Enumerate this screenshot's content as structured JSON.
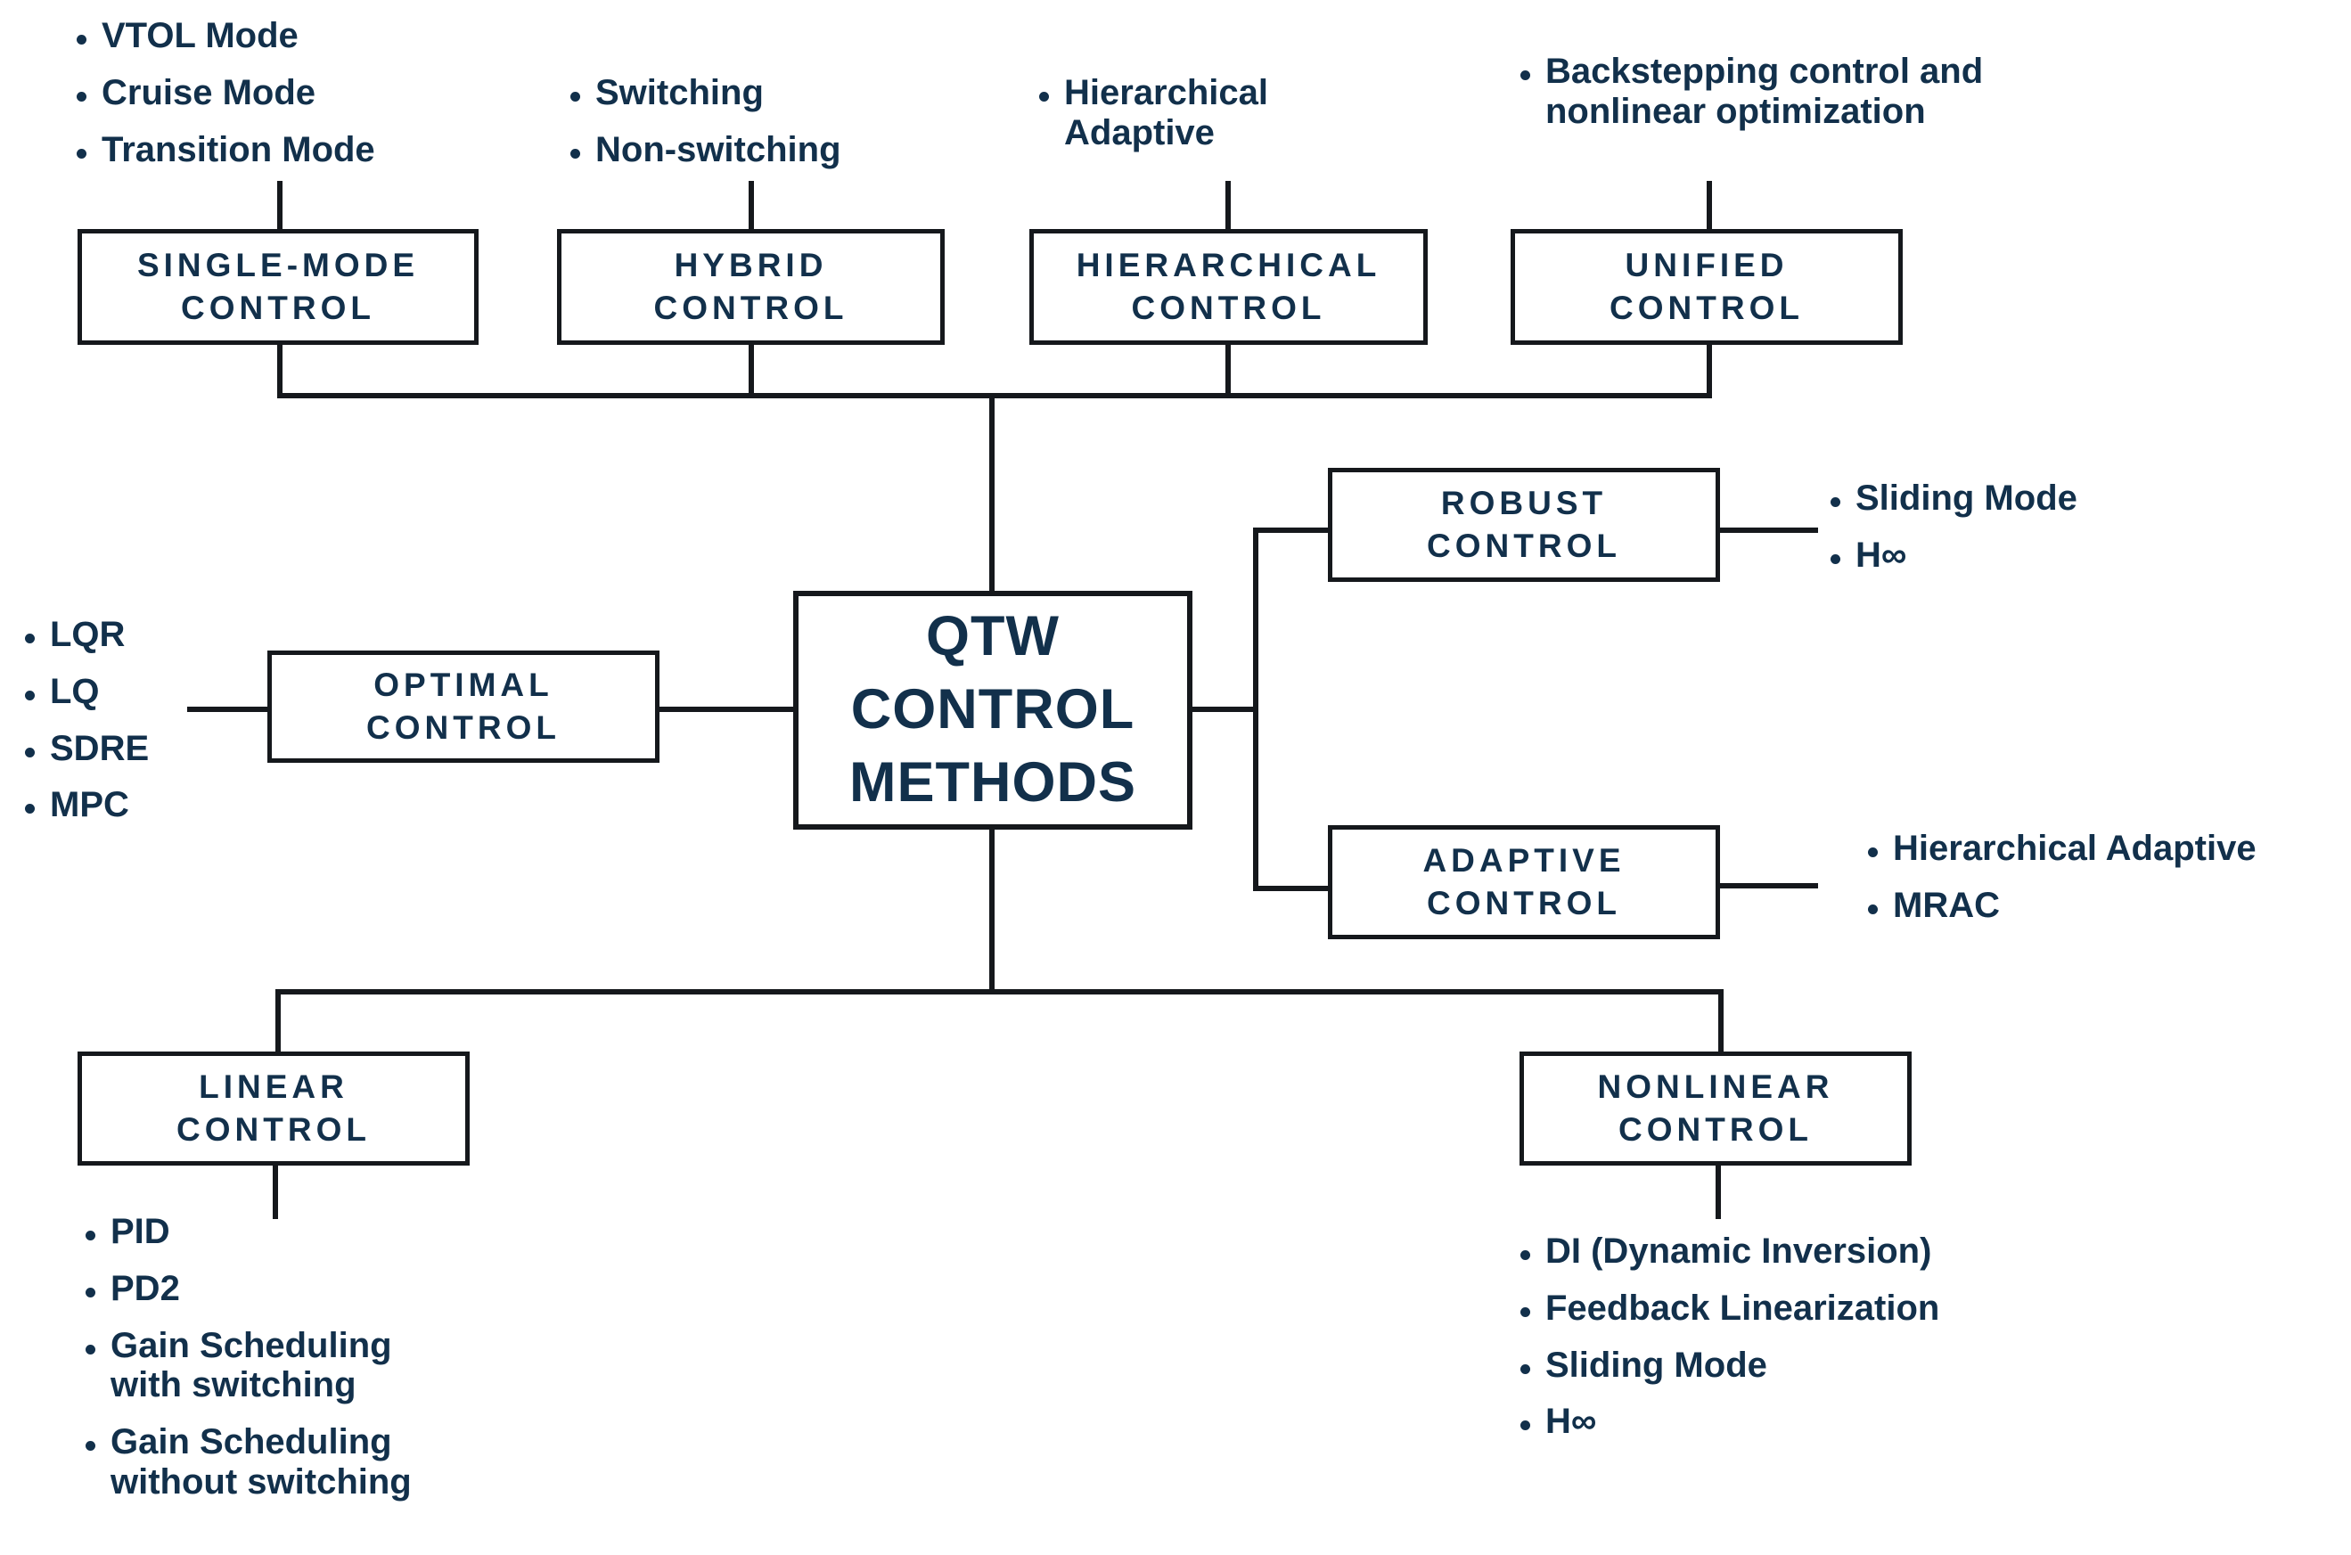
{
  "diagram": {
    "title": "QTW CONTROL METHODS",
    "colors": {
      "text": "#12304b",
      "line": "#15181c",
      "background": "#ffffff"
    },
    "center_node": {
      "line1": "QTW",
      "line2": "CONTROL",
      "line3": "METHODS"
    },
    "nodes": {
      "single_mode": {
        "line1": "SINGLE-MODE",
        "line2": "CONTROL"
      },
      "hybrid": {
        "line1": "HYBRID",
        "line2": "CONTROL"
      },
      "hierarchical": {
        "line1": "HIERARCHICAL",
        "line2": "CONTROL"
      },
      "unified": {
        "line1": "UNIFIED",
        "line2": "CONTROL"
      },
      "optimal": {
        "line1": "OPTIMAL",
        "line2": "CONTROL"
      },
      "robust": {
        "line1": "ROBUST",
        "line2": "CONTROL"
      },
      "adaptive": {
        "line1": "ADAPTIVE",
        "line2": "CONTROL"
      },
      "linear": {
        "line1": "LINEAR",
        "line2": "CONTROL"
      },
      "nonlinear": {
        "line1": "NONLINEAR",
        "line2": "CONTROL"
      }
    },
    "bullets": {
      "single_mode": [
        "VTOL Mode",
        "Cruise Mode",
        "Transition Mode"
      ],
      "hybrid": [
        "Switching",
        "Non-switching"
      ],
      "hierarchical": [
        "Hierarchical\nAdaptive"
      ],
      "unified": [
        "Backstepping control and\nnonlinear optimization"
      ],
      "optimal": [
        "LQR",
        "LQ",
        "SDRE",
        "MPC"
      ],
      "robust": [
        "Sliding Mode",
        "H∞"
      ],
      "adaptive": [
        "Hierarchical Adaptive",
        "MRAC"
      ],
      "linear": [
        "PID",
        "PD2",
        "Gain Scheduling\nwith switching",
        "Gain Scheduling\nwithout switching"
      ],
      "nonlinear": [
        "DI (Dynamic Inversion)",
        "Feedback Linearization",
        "Sliding Mode",
        "H∞"
      ]
    }
  }
}
